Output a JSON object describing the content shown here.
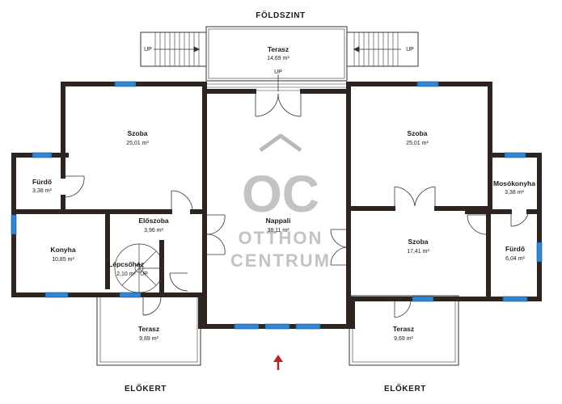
{
  "title": "FÖLDSZINT",
  "footer": {
    "left": "ELŐKERT",
    "right": "ELŐKERT"
  },
  "stairs_up": {
    "left": "UP",
    "right": "UP",
    "center": "UP",
    "spiral": "UP"
  },
  "rooms": {
    "terasz_top": {
      "name": "Terasz",
      "area": "14,69 m²"
    },
    "szoba_left": {
      "name": "Szoba",
      "area": "25,01 m²"
    },
    "szoba_right": {
      "name": "Szoba",
      "area": "25,01 m²"
    },
    "furdo_left": {
      "name": "Fürdő",
      "area": "3,38 m²"
    },
    "moso": {
      "name": "Mosókonyha",
      "area": "3,38 m²"
    },
    "eloszoba": {
      "name": "Előszoba",
      "area": "3,96 m²"
    },
    "nappali": {
      "name": "Nappali",
      "area": "38,11 m²"
    },
    "konyha": {
      "name": "Konyha",
      "area": "10,85 m²"
    },
    "lepcsohaz": {
      "name": "Lépcsőház",
      "area": "2,10 m²"
    },
    "szoba_mid": {
      "name": "Szoba",
      "area": "17,41 m²"
    },
    "furdo_right": {
      "name": "Fürdő",
      "area": "6,04 m²"
    },
    "terasz_bl": {
      "name": "Terasz",
      "area": "9,89 m²"
    },
    "terasz_br": {
      "name": "Terasz",
      "area": "9,69 m²"
    }
  },
  "watermark": {
    "logo": "OC",
    "line1": "OTTHON",
    "line2": "CENTRUM"
  },
  "colors": {
    "wall": "#2e2420",
    "window": "#2f86d6",
    "entry_arrow": "#b3262b",
    "watermark": "#b9b9b9"
  }
}
